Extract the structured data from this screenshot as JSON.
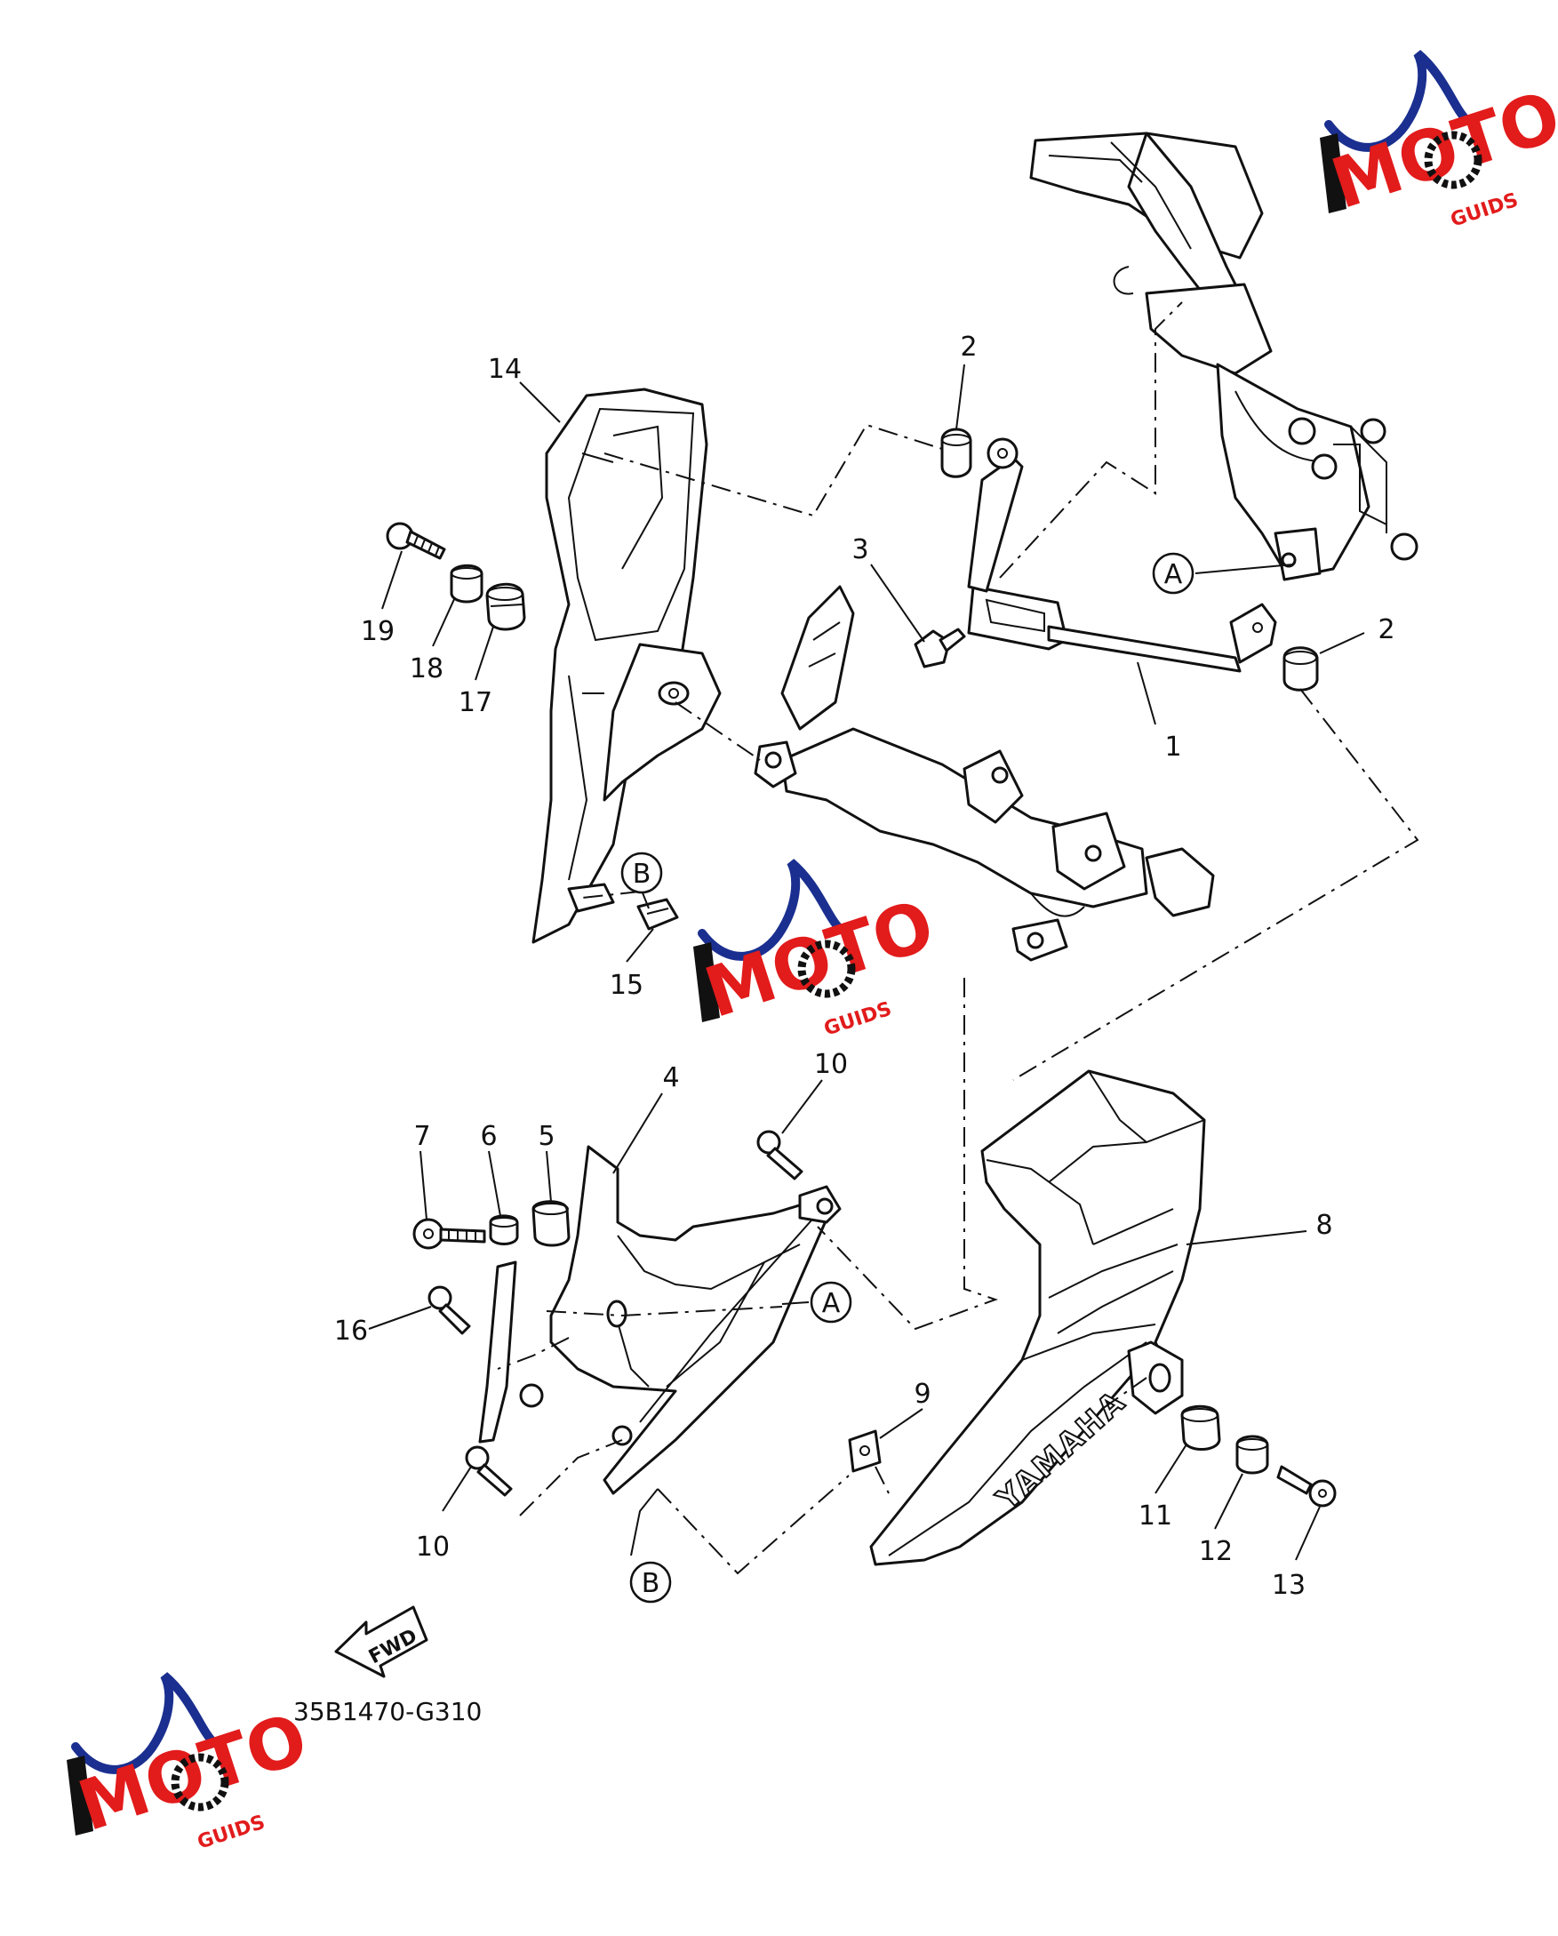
{
  "diagram": {
    "code": "35B1470-G310",
    "fwd_label": "FWD",
    "brand_mark": "YAMAHA",
    "callouts": {
      "c1": "1",
      "c2a": "2",
      "c2b": "2",
      "c3": "3",
      "c4": "4",
      "c5": "5",
      "c6": "6",
      "c7": "7",
      "c8": "8",
      "c9": "9",
      "c10a": "10",
      "c10b": "10",
      "c11": "11",
      "c12": "12",
      "c13": "13",
      "c14": "14",
      "c15": "15",
      "c16": "16",
      "c17": "17",
      "c18": "18",
      "c19": "19"
    },
    "refs": {
      "a1": "A",
      "a2": "A",
      "b1": "B",
      "b2": "B"
    }
  },
  "watermark": {
    "text_main": "MOTO",
    "text_sub": "GUIDS"
  }
}
